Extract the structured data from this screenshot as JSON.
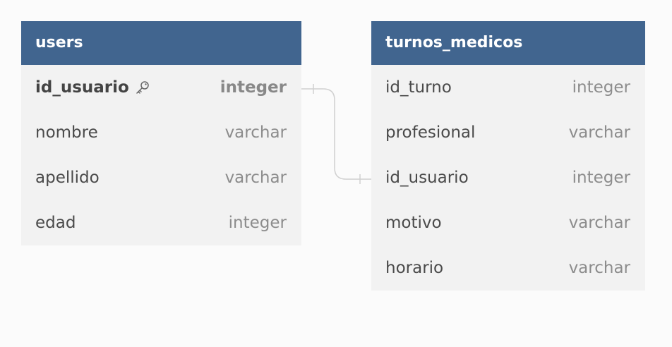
{
  "tables": [
    {
      "name": "users",
      "columns": [
        {
          "name": "id_usuario",
          "type": "integer",
          "primary_key": true
        },
        {
          "name": "nombre",
          "type": "varchar"
        },
        {
          "name": "apellido",
          "type": "varchar"
        },
        {
          "name": "edad",
          "type": "integer"
        }
      ]
    },
    {
      "name": "turnos_medicos",
      "columns": [
        {
          "name": "id_turno",
          "type": "integer"
        },
        {
          "name": "profesional",
          "type": "varchar"
        },
        {
          "name": "id_usuario",
          "type": "integer"
        },
        {
          "name": "motivo",
          "type": "varchar"
        },
        {
          "name": "horario",
          "type": "varchar"
        }
      ]
    }
  ],
  "relationships": [
    {
      "from": "users.id_usuario",
      "to": "turnos_medicos.id_usuario",
      "cardinality": "one-to-one"
    }
  ],
  "colors": {
    "header_bg": "#41658f",
    "header_text": "#ffffff",
    "table_bg": "#f2f2f2",
    "canvas_bg": "#fbfbfb",
    "connector": "#d0d0d0"
  },
  "icons": {
    "primary_key": "key-icon"
  }
}
